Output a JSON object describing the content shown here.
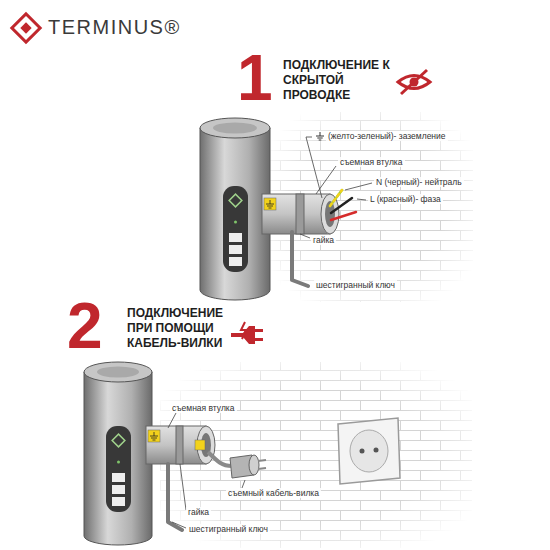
{
  "diagram": {
    "labels": [
      "TERMINUS®",
      "1",
      "ПОДКЛЮЧЕНИЕ К СКРЫТОЙ ПРОВОДКЕ",
      "(желто-зеленый)- заземление",
      "съемная втулка",
      "N (черный)- нейтраль",
      "L (красный)- фаза",
      "гайка",
      "шестигранный ключ",
      "2",
      "ПОДКЛЮЧЕНИЕ ПРИ ПОМОЩИ КАБЕЛЬ-ВИЛКИ",
      "съемная втулка",
      "съемный кабель-вилка",
      "гайка",
      "шестигранный ключ"
    ]
  }
}
